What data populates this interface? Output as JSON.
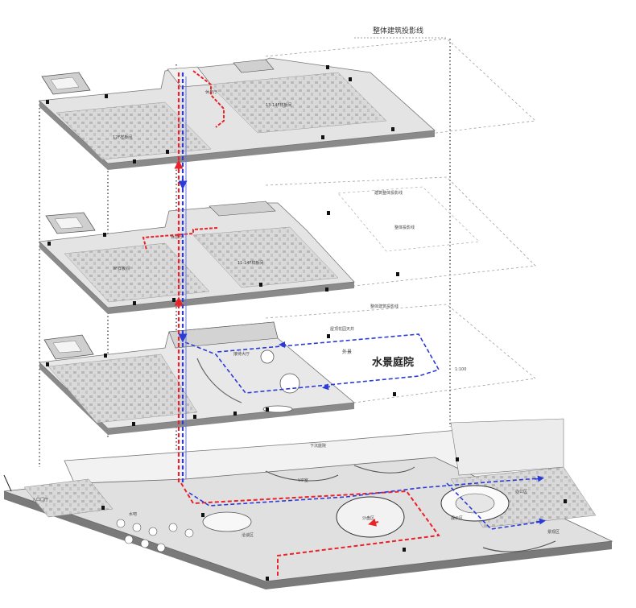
{
  "title": "整体建筑投影线",
  "levels": [
    {
      "id": "top",
      "labels": {
        "projection": "",
        "room_a": "12F样板间",
        "room_b": "13-14F样板间",
        "connector": "休息厅"
      }
    },
    {
      "id": "second",
      "labels": {
        "projection": "建筑整体投影线",
        "inner_projection": "整体投影线",
        "room_a": "9F样板间",
        "room_b": "11-14F样板间",
        "connector": "休息厅"
      }
    },
    {
      "id": "third",
      "labels": {
        "projection": "整体建筑投影线",
        "room_a": "接待大厅",
        "courtyard": "水景庭院",
        "exterior": "外景",
        "roof": "屋顶花园天井",
        "scale": "1:100"
      }
    },
    {
      "id": "ground",
      "labels": {
        "entrance": "下沉庭院",
        "sand_table": "沙盘区",
        "negotiation": "洽谈区",
        "exhibit": "展示区",
        "water": "水吧",
        "vip": "VIP室",
        "office": "办公区",
        "entry_hall": "入口门厅",
        "garden": "景观区"
      }
    }
  ],
  "colors": {
    "red_route": "#e8232a",
    "blue_route": "#2a3bd6",
    "slab_top": "#e6e6e6",
    "slab_edge": "#7a7a7a",
    "plan_grey": "#bdbdbd",
    "dotted": "#222222",
    "dash_grey": "#9a9a9a"
  }
}
